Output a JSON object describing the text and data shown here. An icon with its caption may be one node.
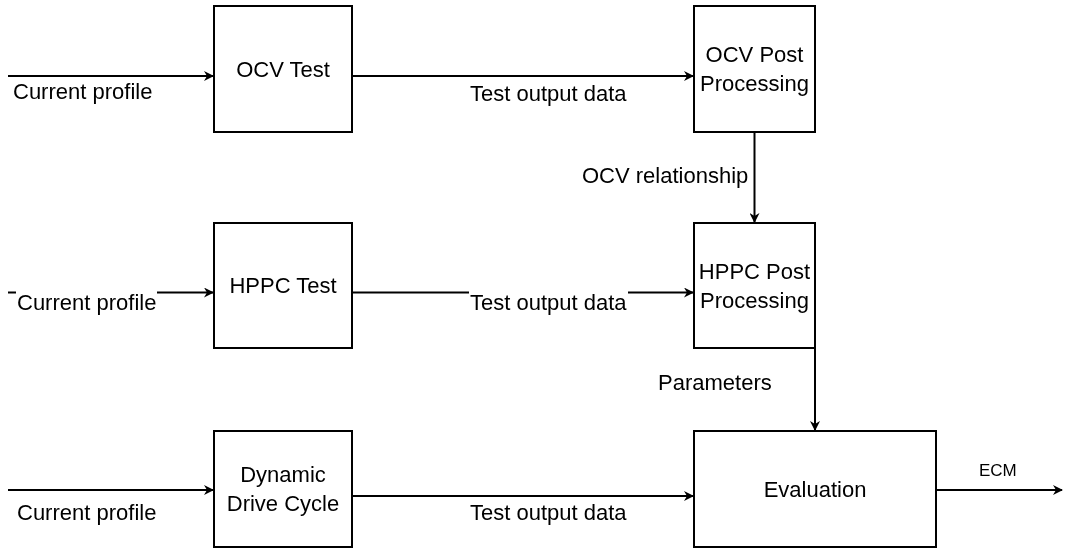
{
  "diagram": {
    "nodes": [
      {
        "text": [
          "OCV Test"
        ]
      },
      {
        "text": [
          "OCV Post Processing"
        ]
      },
      {
        "text": [
          "HPPC Test"
        ]
      },
      {
        "text": [
          "HPPC Post Processing"
        ]
      },
      {
        "text": [
          "Dynamic Drive Cycle"
        ]
      },
      {
        "text": [
          "Evaluation"
        ]
      }
    ],
    "edges": [
      {
        "from": null,
        "to": 0,
        "arrow": "to",
        "label": "Current profile"
      },
      {
        "from": 0,
        "to": 1,
        "arrow": "to",
        "label": "Test output data"
      },
      {
        "from": 1,
        "to": 3,
        "arrow": "to",
        "label": "OCV relationship"
      },
      {
        "from": null,
        "to": 2,
        "arrow": "to",
        "label": "Current profile"
      },
      {
        "from": 2,
        "to": 3,
        "arrow": "to",
        "label": "Test output data"
      },
      {
        "from": 3,
        "to": 5,
        "arrow": "to",
        "label": "Parameters"
      },
      {
        "from": null,
        "to": 4,
        "arrow": "to",
        "label": "Current profile"
      },
      {
        "from": 4,
        "to": 5,
        "arrow": "to",
        "label": "Test output data"
      },
      {
        "from": 5,
        "to": null,
        "arrow": "to",
        "label": "ECM"
      }
    ]
  }
}
